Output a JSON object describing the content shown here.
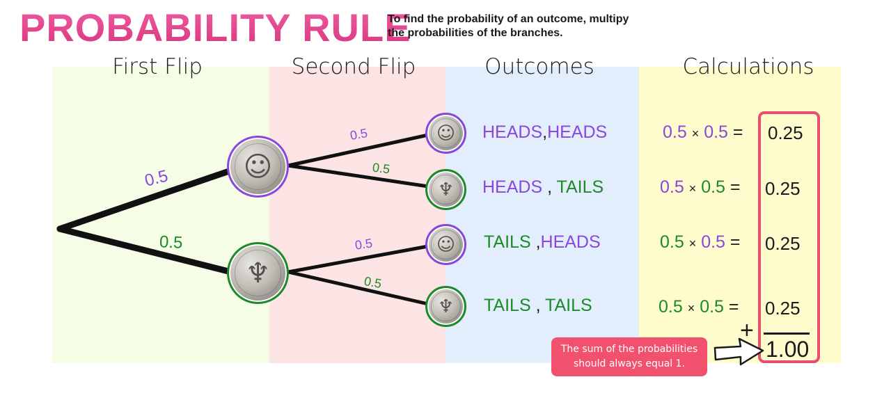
{
  "header": {
    "title": "PROBABILITY RULE",
    "subtitle_line1": "To find the probability of an outcome, multipy",
    "subtitle_line2": "the probabilities of the branches."
  },
  "columns": [
    {
      "label": "First Flip",
      "color": "#f6fde7"
    },
    {
      "label": "Second Flip",
      "color": "#fde4e4"
    },
    {
      "label": "Outcomes",
      "color": "#e3eefc"
    },
    {
      "label": "Calculations",
      "color": "#fefccd"
    }
  ],
  "colors": {
    "heads": "#8a47e0",
    "tails": "#1c8a28",
    "title": "#e2408b",
    "highlight": "#e94e6e"
  },
  "first_flip": {
    "heads": {
      "coin": "heads-coin",
      "prob": "0.5"
    },
    "tails": {
      "coin": "tails-coin",
      "prob": "0.5"
    }
  },
  "second_flip": [
    {
      "parent": "heads",
      "side": "heads",
      "coin": "heads-coin",
      "prob": "0.5"
    },
    {
      "parent": "heads",
      "side": "tails",
      "coin": "tails-coin",
      "prob": "0.5"
    },
    {
      "parent": "tails",
      "side": "heads",
      "coin": "heads-coin",
      "prob": "0.5"
    },
    {
      "parent": "tails",
      "side": "tails",
      "coin": "tails-coin",
      "prob": "0.5"
    }
  ],
  "outcomes": [
    {
      "first": "HEADS",
      "sep": ",",
      "second": "HEADS"
    },
    {
      "first": "HEADS",
      "sep": ",",
      "second": "TAILS"
    },
    {
      "first": "TAILS",
      "sep": ",",
      "second": "HEADS"
    },
    {
      "first": "TAILS",
      "sep": ",",
      "second": "TAILS"
    }
  ],
  "calculations": [
    {
      "a": "0.5",
      "op": "×",
      "b": "0.5",
      "eq": "=",
      "result": "0.25"
    },
    {
      "a": "0.5",
      "op": "×",
      "b": "0.5",
      "eq": "=",
      "result": "0.25"
    },
    {
      "a": "0.5",
      "op": "×",
      "b": "0.5",
      "eq": "=",
      "result": "0.25"
    },
    {
      "a": "0.5",
      "op": "×",
      "b": "0.5",
      "eq": "=",
      "result": "0.25"
    }
  ],
  "sum": {
    "plus": "+",
    "total": "1.00"
  },
  "note": {
    "line1": "The sum of the probabilities",
    "line2": "should always equal 1."
  }
}
